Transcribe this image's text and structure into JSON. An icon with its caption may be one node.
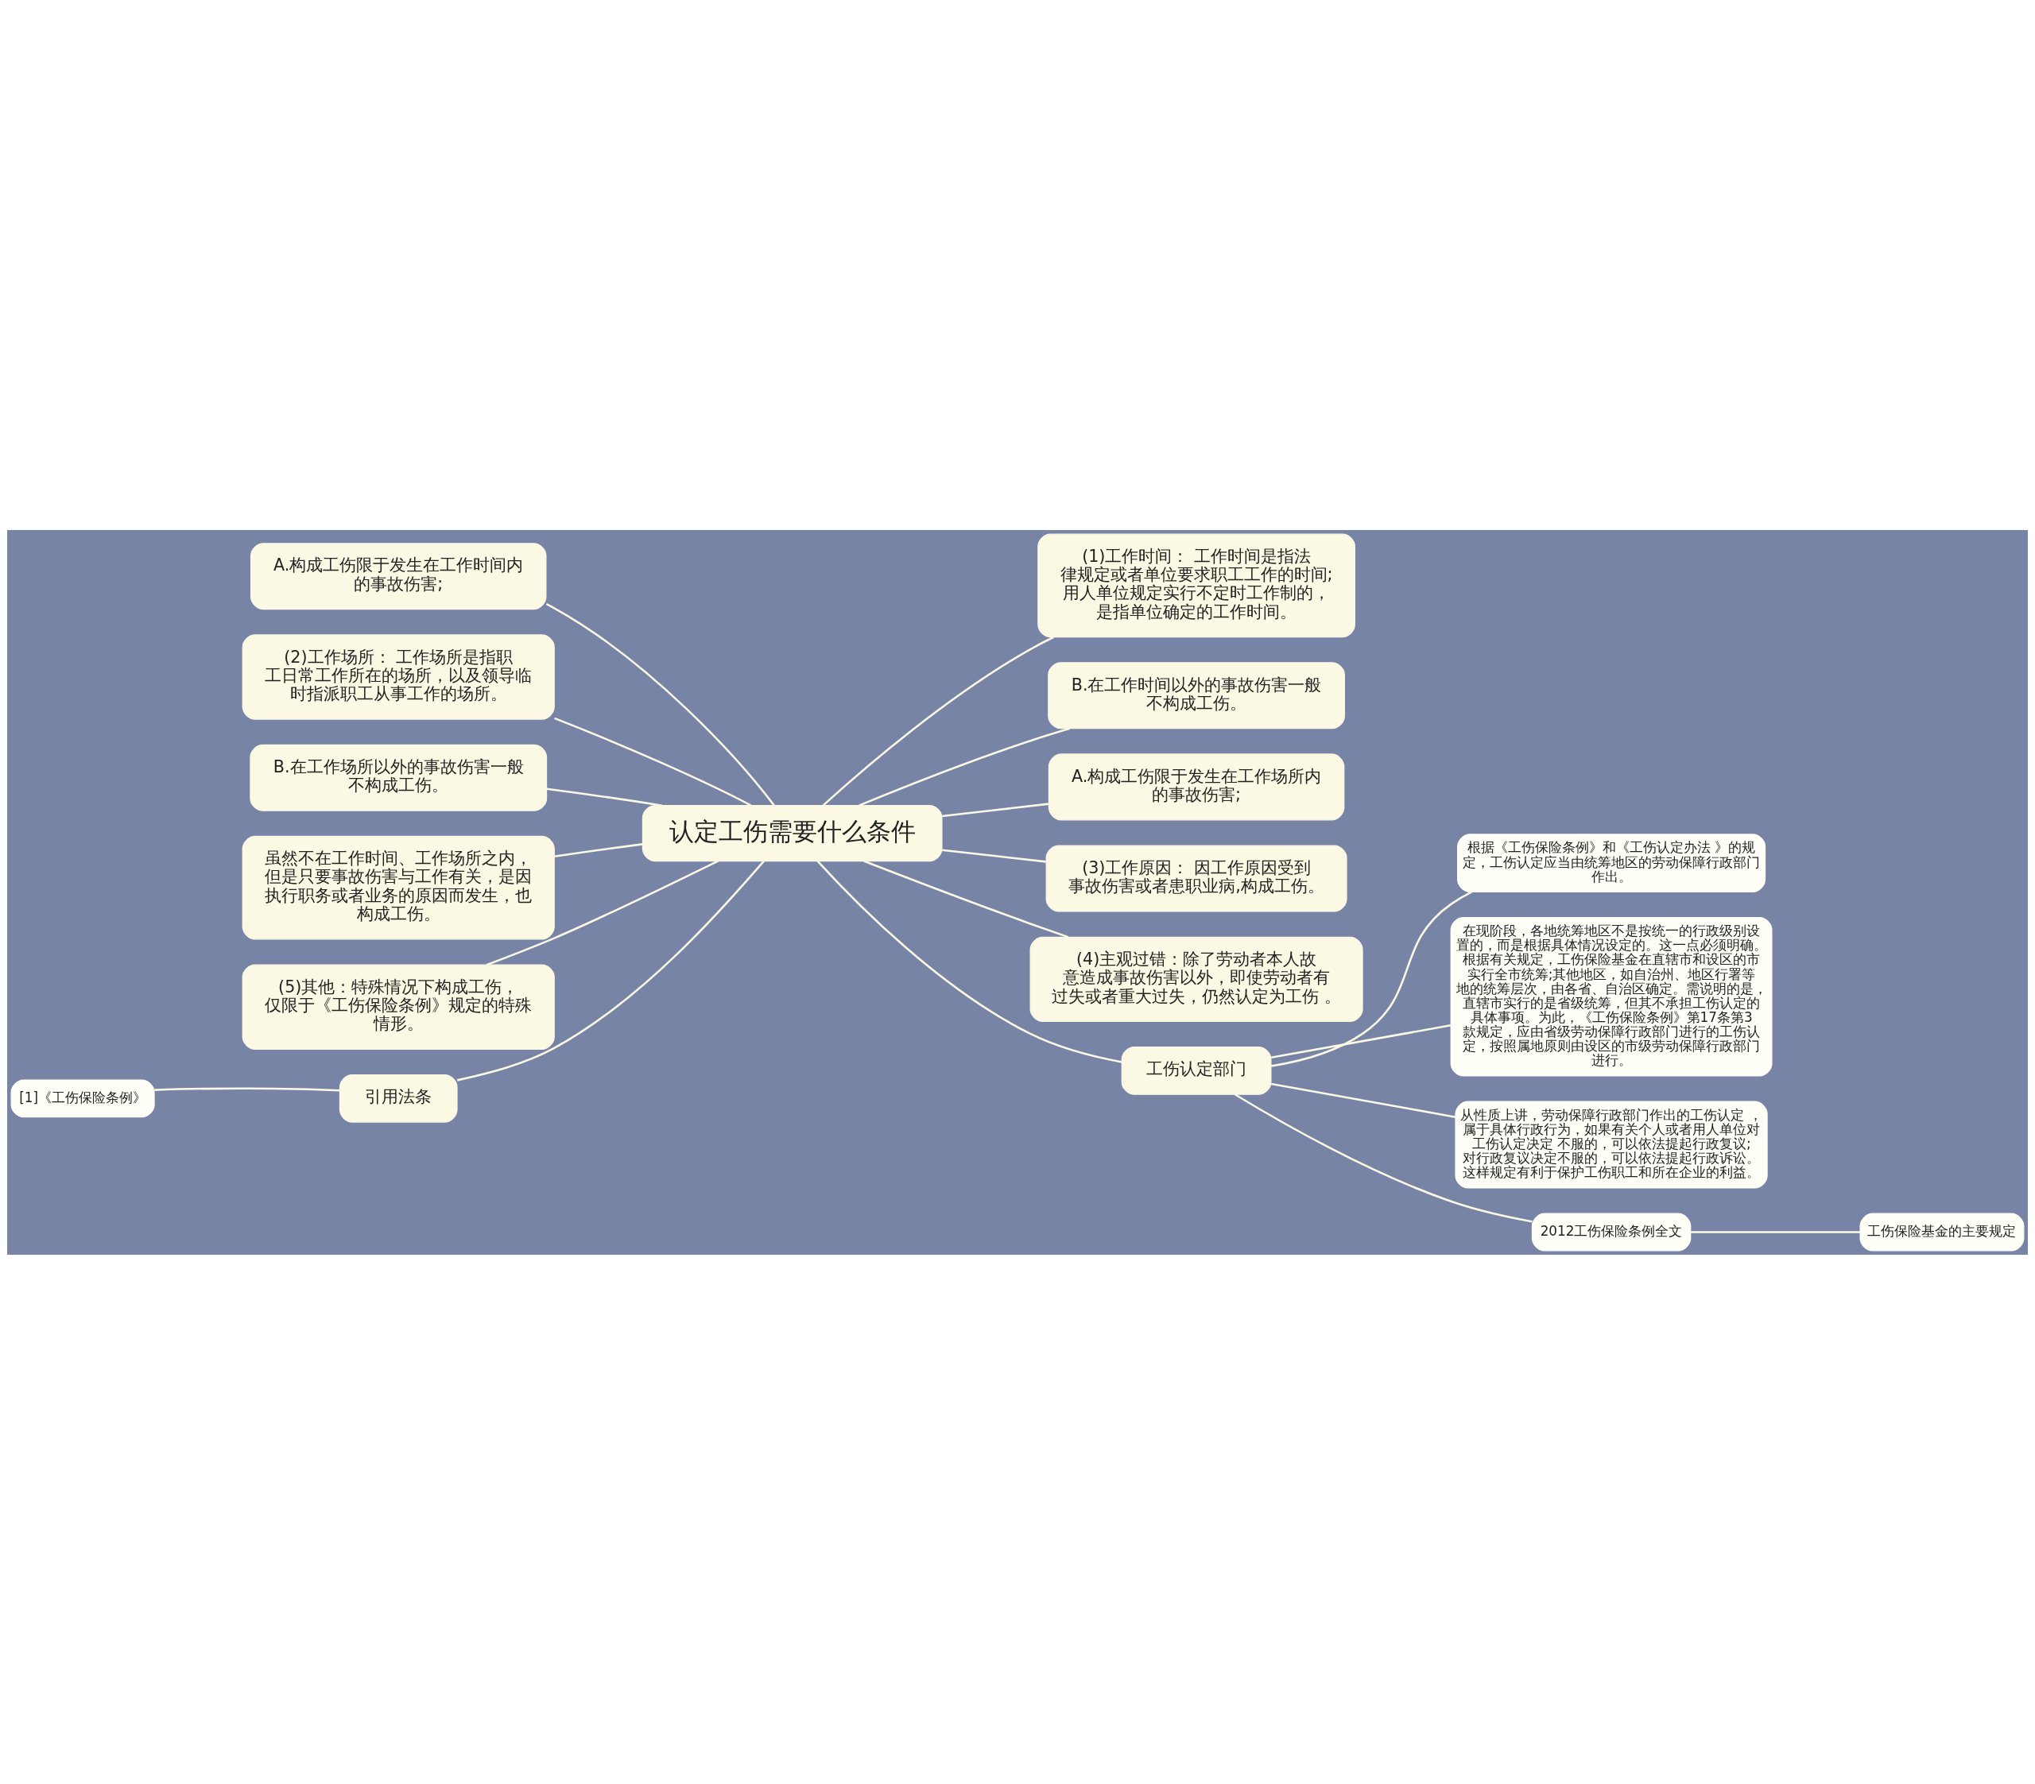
{
  "diagram": {
    "nodes": [
      {
        "text": [
          "认定工伤需要什么条件"
        ]
      },
      {
        "text": [
          "(1)工作时间： 工作时间是指法律规定或者单位要求职工工作的时间;用人单位规定实行不定时工作制的，是指单位确定的工作时间。"
        ]
      },
      {
        "text": [
          "B.在工作时间以外的事故伤害一般不构成工伤。"
        ]
      },
      {
        "text": [
          "A.构成工伤限于发生在工作场所内的事故伤害;"
        ]
      },
      {
        "text": [
          "(3)工作原因： 因工作原因受到事故伤害或者患职业病,构成工伤。"
        ]
      },
      {
        "text": [
          "(4)主观过错：除了劳动者本人故意造成事故伤害以外，即使劳动者有过失或者重大过失，仍然认定为工伤 。"
        ]
      },
      {
        "text": [
          "工伤认定部门"
        ]
      },
      {
        "text": [
          "根据《工伤保险条例》和《工伤认定办法 》的规定，工伤认定应当由统筹地区的劳动保障行政部门作出。"
        ]
      },
      {
        "text": [
          "在现阶段，各地统筹地区不是按统一的行政级别设置的，而是根据具体情况设定的。这一点必须明确。根据有关规定，工伤保险基金在直辖市和设区的市实行全市统筹;其他地区，如自治州、地区行署等地的统筹层次，由各省、自治区确定。需说明的是，直辖市实行的是省级统筹，但其不承担工伤认定的具体事项。为此，《工伤保险条例》第17条第3款规定，应由省级劳动保障行政部门进行的工伤认定，按照属地原则由设区的市级劳动保障行政部门进行。"
        ]
      },
      {
        "text": [
          "从性质上讲，劳动保障行政部门作出的工伤认定 ，属于具体行政行为，如果有关个人或者用人单位对工伤认定决定 不服的，可以依法提起行政复议;对行政复议决定不服的，可以依法提起行政诉讼。这样规定有利于保护工伤职工和所在企业的利益。"
        ]
      },
      {
        "text": [
          "2012工伤保险条例全文"
        ]
      },
      {
        "text": [
          "工伤保险基金的主要规定"
        ]
      },
      {
        "text": [
          "A.构成工伤限于发生在工作时间内的事故伤害;"
        ]
      },
      {
        "text": [
          "(2)工作场所： 工作场所是指职工日常工作所在的场所，以及领导临时指派职工从事工作的场所。"
        ]
      },
      {
        "text": [
          "B.在工作场所以外的事故伤害一般不构成工伤。"
        ]
      },
      {
        "text": [
          "虽然不在工作时间、工作场所之内，但是只要事故伤害与工作有关，是因执行职务或者业务的原因而发生，也构成工伤。"
        ]
      },
      {
        "text": [
          "(5)其他：特殊情况下构成工伤，仅限于《工伤保险条例》规定的特殊情形。"
        ]
      },
      {
        "text": [
          "引用法条"
        ]
      },
      {
        "text": [
          "[1]《工伤保险条例》"
        ]
      }
    ],
    "edges": [
      {
        "from": 0,
        "to": 1,
        "arrow": "none"
      },
      {
        "from": 0,
        "to": 2,
        "arrow": "none"
      },
      {
        "from": 0,
        "to": 3,
        "arrow": "none"
      },
      {
        "from": 0,
        "to": 4,
        "arrow": "none"
      },
      {
        "from": 0,
        "to": 5,
        "arrow": "none"
      },
      {
        "from": 0,
        "to": 6,
        "arrow": "none"
      },
      {
        "from": 6,
        "to": 7,
        "arrow": "none"
      },
      {
        "from": 6,
        "to": 8,
        "arrow": "none"
      },
      {
        "from": 6,
        "to": 9,
        "arrow": "none"
      },
      {
        "from": 6,
        "to": 10,
        "arrow": "none"
      },
      {
        "from": 10,
        "to": 11,
        "arrow": "none"
      },
      {
        "from": 0,
        "to": 12,
        "arrow": "none"
      },
      {
        "from": 0,
        "to": 13,
        "arrow": "none"
      },
      {
        "from": 0,
        "to": 14,
        "arrow": "none"
      },
      {
        "from": 0,
        "to": 15,
        "arrow": "none"
      },
      {
        "from": 0,
        "to": 16,
        "arrow": "none"
      },
      {
        "from": 0,
        "to": 17,
        "arrow": "none"
      },
      {
        "from": 17,
        "to": 18,
        "arrow": "none"
      }
    ]
  }
}
